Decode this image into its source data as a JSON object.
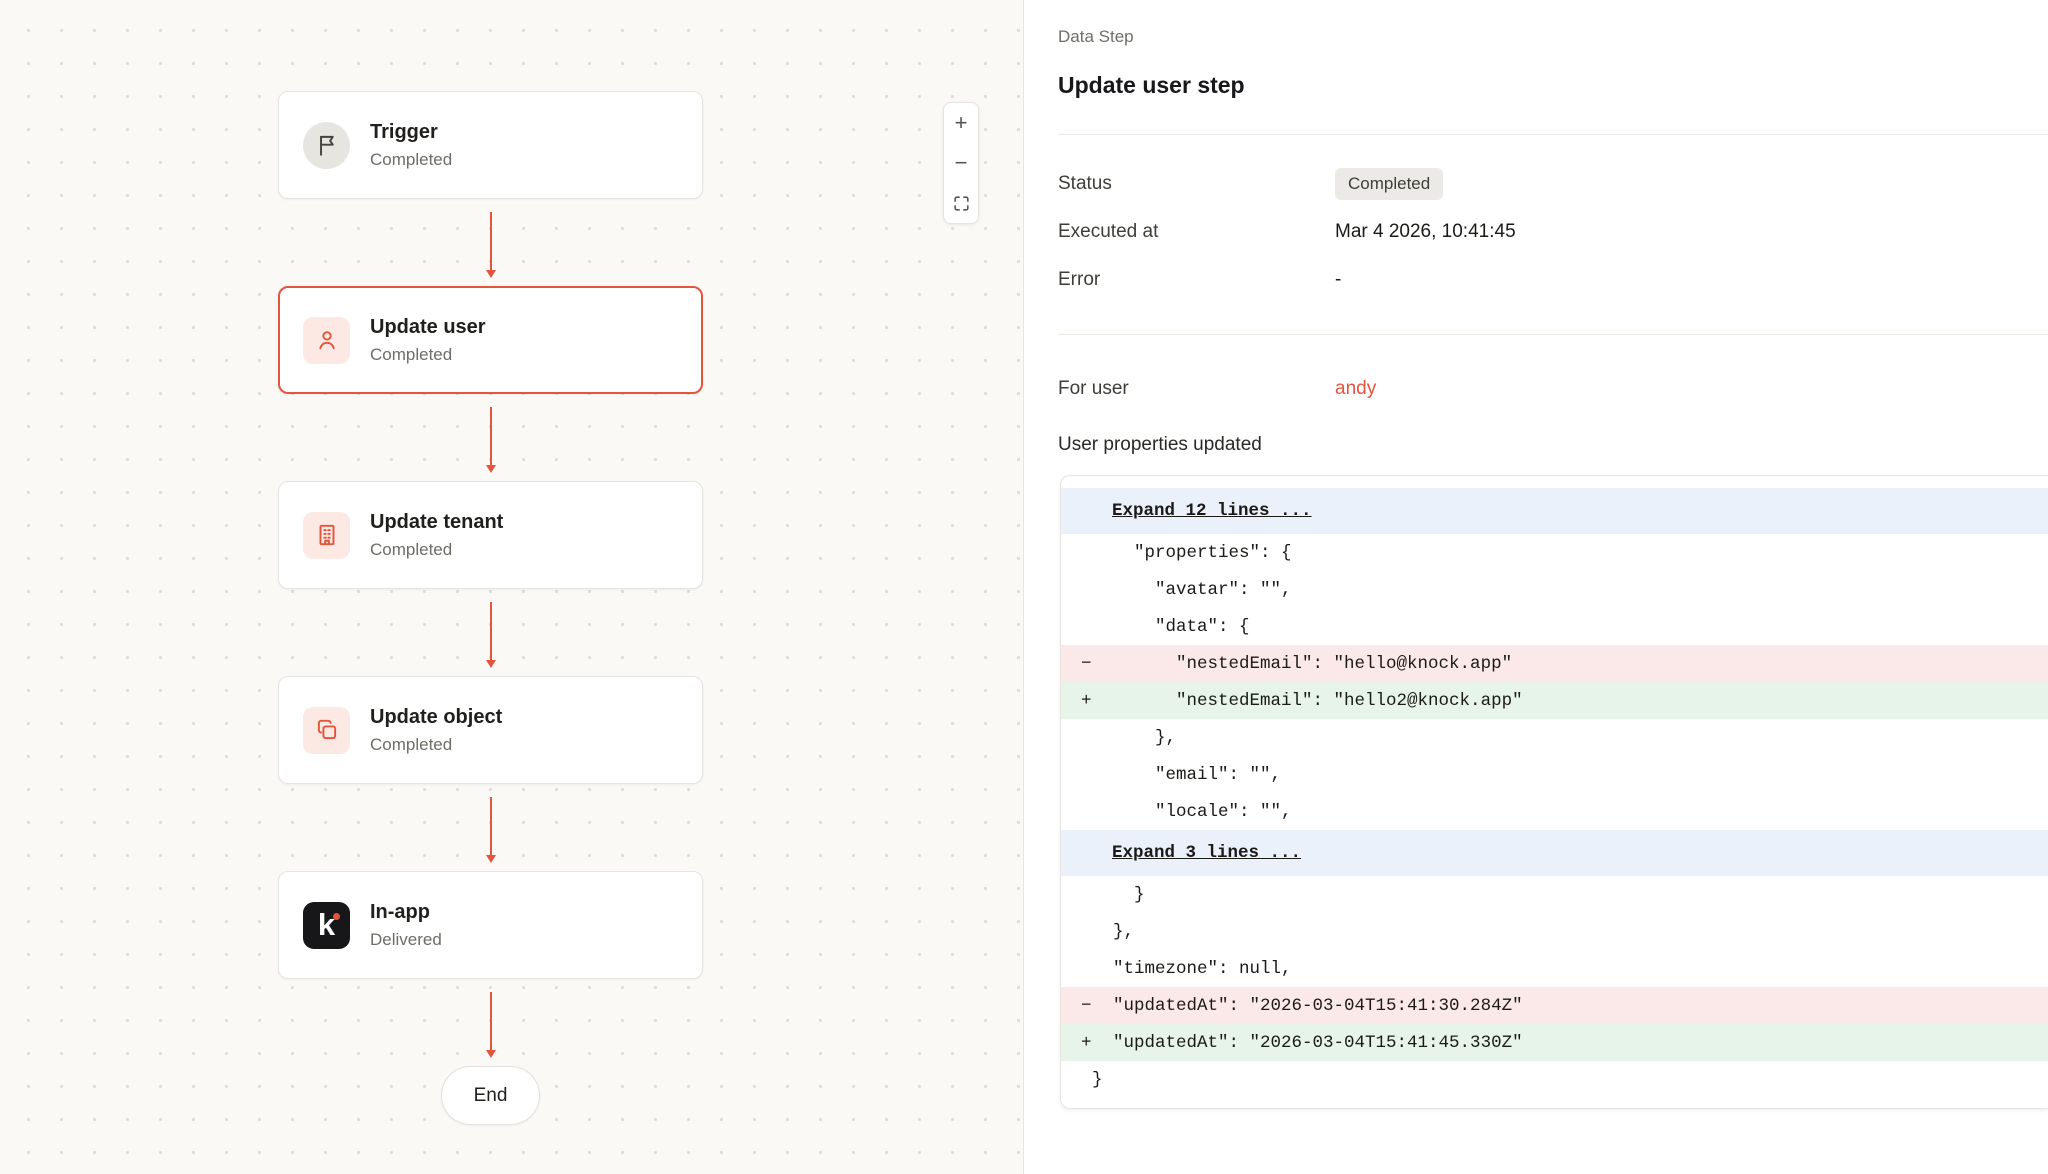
{
  "canvas": {
    "nodes": [
      {
        "id": "trigger",
        "title": "Trigger",
        "status": "Completed",
        "icon": "flag",
        "active": false
      },
      {
        "id": "update-user",
        "title": "Update user",
        "status": "Completed",
        "icon": "user",
        "active": true
      },
      {
        "id": "update-tenant",
        "title": "Update tenant",
        "status": "Completed",
        "icon": "building",
        "active": false
      },
      {
        "id": "update-object",
        "title": "Update object",
        "status": "Completed",
        "icon": "object",
        "active": false
      },
      {
        "id": "in-app",
        "title": "In-app",
        "status": "Delivered",
        "icon": "knock",
        "active": false
      }
    ],
    "end_label": "End",
    "zoom_in_label": "+",
    "zoom_out_label": "−"
  },
  "panel": {
    "eyebrow": "Data Step",
    "title": "Update user step",
    "details": [
      {
        "label": "Status",
        "value": "Completed",
        "badge": true
      },
      {
        "label": "Executed at",
        "value": "Mar 4 2026, 10:41:45",
        "badge": false
      },
      {
        "label": "Error",
        "value": "-",
        "badge": false
      }
    ],
    "for_user": {
      "label": "For user",
      "value": "andy"
    },
    "diff": {
      "label": "User properties updated",
      "rows": [
        {
          "type": "expand",
          "text": "Expand 12 lines ..."
        },
        {
          "type": "context",
          "text": "    \"properties\": {"
        },
        {
          "type": "context",
          "text": "      \"avatar\": \"\","
        },
        {
          "type": "context",
          "text": "      \"data\": {"
        },
        {
          "type": "removed",
          "marker": "−",
          "text": "        \"nestedEmail\": \"hello@knock.app\""
        },
        {
          "type": "added",
          "marker": "+",
          "text": "        \"nestedEmail\": \"hello2@knock.app\""
        },
        {
          "type": "context",
          "text": "      },"
        },
        {
          "type": "context",
          "text": "      \"email\": \"\","
        },
        {
          "type": "context",
          "text": "      \"locale\": \"\","
        },
        {
          "type": "expand",
          "text": "Expand 3 lines ..."
        },
        {
          "type": "context",
          "text": "    }"
        },
        {
          "type": "context",
          "text": "  },"
        },
        {
          "type": "context",
          "text": "  \"timezone\": null,"
        },
        {
          "type": "removed",
          "marker": "−",
          "text": "  \"updatedAt\": \"2026-03-04T15:41:30.284Z\""
        },
        {
          "type": "added",
          "marker": "+",
          "text": "  \"updatedAt\": \"2026-03-04T15:41:45.330Z\""
        },
        {
          "type": "context",
          "text": "}"
        }
      ]
    }
  },
  "colors": {
    "accent": "#e4553d",
    "canvas_bg": "#faf9f5",
    "removed_bg": "#fbe9ea",
    "added_bg": "#e7f4ea",
    "expand_bg": "#eaf1fa",
    "badge_bg": "#eceae6"
  }
}
